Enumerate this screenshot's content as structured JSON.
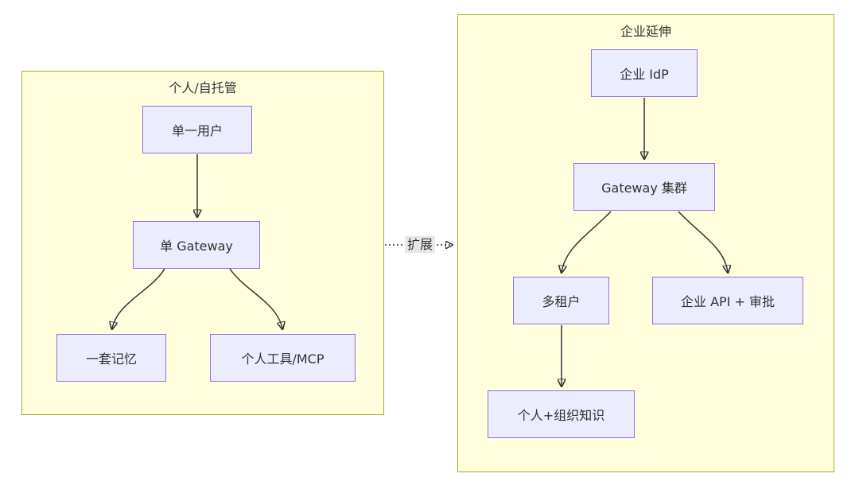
{
  "diagram": {
    "clusters": [
      {
        "id": "personal",
        "title": "个人/自托管",
        "nodes": [
          {
            "id": "single-user",
            "label": "单一用户"
          },
          {
            "id": "single-gateway",
            "label": "单 Gateway"
          },
          {
            "id": "memory",
            "label": "一套记忆"
          },
          {
            "id": "personal-tools",
            "label": "个人工具/MCP"
          }
        ]
      },
      {
        "id": "enterprise",
        "title": "企业延伸",
        "nodes": [
          {
            "id": "enterprise-idp",
            "label": "企业 IdP"
          },
          {
            "id": "gateway-cluster",
            "label": "Gateway 集群"
          },
          {
            "id": "multi-tenant",
            "label": "多租户"
          },
          {
            "id": "enterprise-api",
            "label": "企业 API + 审批"
          },
          {
            "id": "knowledge",
            "label": "个人+组织知识"
          }
        ]
      }
    ],
    "edges": [
      {
        "from": "single-user",
        "to": "single-gateway",
        "label": ""
      },
      {
        "from": "single-gateway",
        "to": "memory",
        "label": ""
      },
      {
        "from": "single-gateway",
        "to": "personal-tools",
        "label": ""
      },
      {
        "from": "personal",
        "to": "enterprise",
        "label": "扩展",
        "style": "dotted"
      },
      {
        "from": "enterprise-idp",
        "to": "gateway-cluster",
        "label": ""
      },
      {
        "from": "gateway-cluster",
        "to": "multi-tenant",
        "label": ""
      },
      {
        "from": "gateway-cluster",
        "to": "enterprise-api",
        "label": ""
      },
      {
        "from": "multi-tenant",
        "to": "knowledge",
        "label": ""
      }
    ],
    "edge_label_expand": "扩展",
    "colors": {
      "node_fill": "#ECECFF",
      "node_border": "#9370DB",
      "cluster_fill": "#ffffde",
      "cluster_border": "#aaaa33",
      "edge_stroke": "#333333",
      "edge_label_bg": "#e8e8e8",
      "text": "#333333",
      "canvas_bg": "#ffffff"
    }
  }
}
